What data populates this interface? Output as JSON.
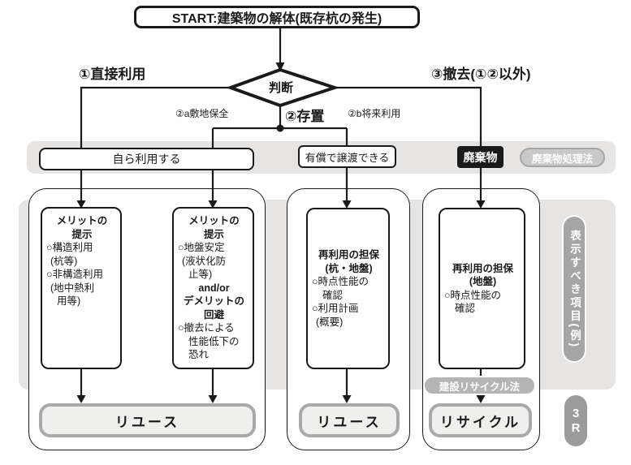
{
  "start_label": "START:建築物の解体(既存杭の発生)",
  "decision_label": "判断",
  "branch_labels": {
    "direct_use": "①直接利用",
    "leave_in_place": "②存置",
    "site_preservation": "②a敷地保全",
    "future_use": "②b将来利用",
    "removal": "③撤去(①②以外)"
  },
  "status_row": {
    "self_use": "自ら利用する",
    "paid_transfer": "有償で譲渡できる",
    "waste": "廃棄物",
    "waste_law_badge": "廃棄物処理法"
  },
  "detail_boxes": {
    "box1": {
      "title1": "メリットの",
      "title2": "提示",
      "item1": "○構造利用",
      "item2": "(杭等)",
      "item3": "○非構造利用",
      "item4": "(地中熱利",
      "item5": "用等)"
    },
    "box2": {
      "title1": "メリットの",
      "title2": "提示",
      "item1": "○地盤安定",
      "item2": "(液状化防",
      "item3": "止等)",
      "andor": "and/or",
      "title3": "デメリットの",
      "title4": "回避",
      "item4": "○撤去による",
      "item5": "性能低下の",
      "item6": "恐れ"
    },
    "box3": {
      "title1": "再利用の担保",
      "title2": "(杭・地盤)",
      "item1": "○時点性能の",
      "item2": "確認",
      "item3": "○利用計画",
      "item4": "(概要)"
    },
    "box4": {
      "title1": "再利用の担保",
      "title2": "(地盤)",
      "item1": "○時点性能の",
      "item2": "確認"
    }
  },
  "results": {
    "reuse1": "リユース",
    "reuse2": "リユース",
    "recycle": "リサイクル"
  },
  "badges": {
    "construction_recycle_law": "建設リサイクル法",
    "display_items": "表示すべき項目(例)",
    "three_r": "3R"
  },
  "colors": {
    "line": "#1a1a1a",
    "band_gray": "#e6e5e4",
    "waste_black": "#1a1a1a",
    "badge_gray": "#b5b5b5",
    "badge_light_gray": "#c9c9c9",
    "side_pill_gray": "#a5a5a5",
    "result_fill": "#efefee",
    "result_border": "#a9a9a9"
  }
}
